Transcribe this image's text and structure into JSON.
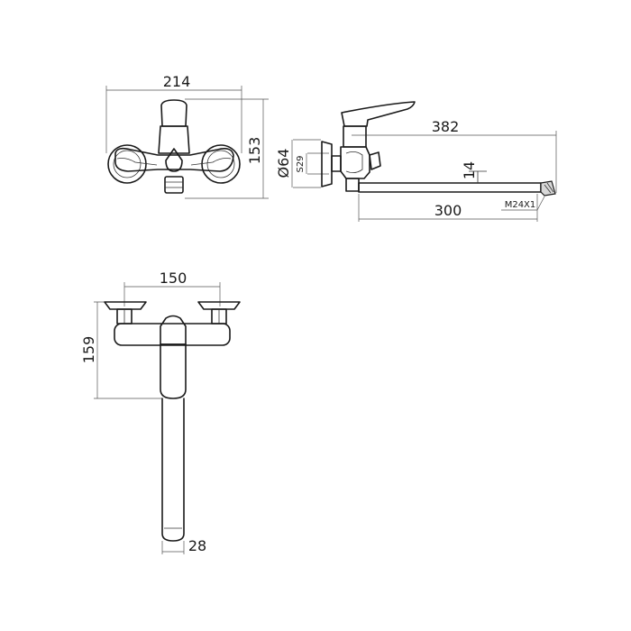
{
  "dimensions": {
    "front_width": "214",
    "front_height": "153",
    "side_diameter": "Ø64",
    "side_thread": "S29",
    "side_reach": "382",
    "side_spout_height": "14",
    "side_spout_length": "300",
    "side_nozzle_thread": "M24X1",
    "top_center_distance": "150",
    "top_depth": "159",
    "top_spout_width": "28"
  }
}
